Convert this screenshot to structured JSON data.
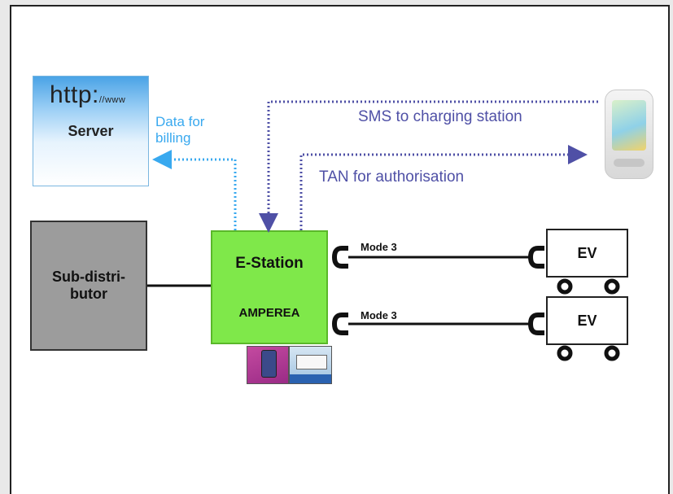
{
  "server": {
    "http_text": "http:",
    "www_text": "//www",
    "label": "Server"
  },
  "billing_label": [
    "Data for",
    "billing"
  ],
  "sms_label": "SMS to charging station",
  "tan_label": "TAN for authorisation",
  "subdistributor_label": [
    "Sub-distri-",
    "butor"
  ],
  "estation": {
    "title": "E-Station",
    "subtitle": "AMPEREA"
  },
  "connections": [
    {
      "mode_label": "Mode 3"
    },
    {
      "mode_label": "Mode 3"
    }
  ],
  "vehicles": [
    {
      "label": "EV"
    },
    {
      "label": "EV"
    }
  ],
  "colors": {
    "billing_arrow": "#39a9ef",
    "sms_arrow": "#4f50a6",
    "estation": "#7fe84a",
    "subdistributor": "#9c9c9c"
  },
  "icons": [
    "server-icon",
    "mobile-phone-icon",
    "payment-card-icon",
    "plug-icon",
    "wheel-icon"
  ]
}
